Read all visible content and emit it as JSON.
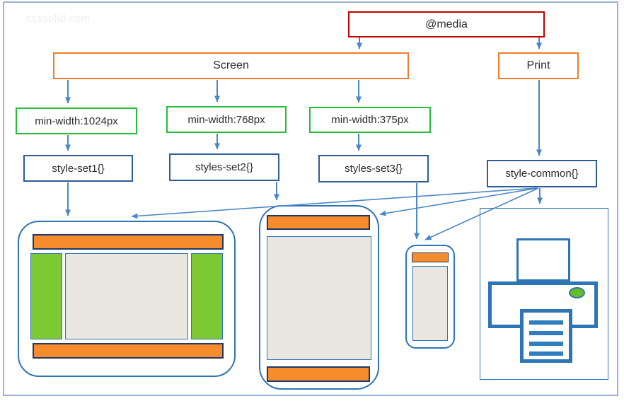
{
  "watermark": "csssolid.com",
  "nodes": {
    "media": {
      "label": "@media"
    },
    "screen": {
      "label": "Screen"
    },
    "print": {
      "label": "Print"
    },
    "mw1024": {
      "label": "min-width:1024px"
    },
    "mw768": {
      "label": "min-width:768px"
    },
    "mw375": {
      "label": "min-width:375px"
    },
    "set1": {
      "label": "style-set1{}"
    },
    "set2": {
      "label": "styles-set2{}"
    },
    "set3": {
      "label": "styles-set3{}"
    },
    "common": {
      "label": "style-common{}"
    }
  },
  "devices": [
    {
      "name": "desktop-layout-mockup"
    },
    {
      "name": "tablet-layout-mockup"
    },
    {
      "name": "phone-layout-mockup"
    },
    {
      "name": "printer-illustration"
    }
  ],
  "edges": [
    {
      "from": "media",
      "to": "screen"
    },
    {
      "from": "media",
      "to": "print"
    },
    {
      "from": "screen",
      "to": "mw1024"
    },
    {
      "from": "screen",
      "to": "mw768"
    },
    {
      "from": "screen",
      "to": "mw375"
    },
    {
      "from": "mw1024",
      "to": "set1"
    },
    {
      "from": "mw768",
      "to": "set2"
    },
    {
      "from": "mw375",
      "to": "set3"
    },
    {
      "from": "print",
      "to": "common"
    },
    {
      "from": "set1",
      "to": "desktop-layout-mockup"
    },
    {
      "from": "set2",
      "to": "tablet-layout-mockup"
    },
    {
      "from": "set3",
      "to": "phone-layout-mockup"
    },
    {
      "from": "common",
      "to": "printer-illustration"
    },
    {
      "from": "common",
      "to": "desktop-layout-mockup"
    },
    {
      "from": "common",
      "to": "tablet-layout-mockup"
    },
    {
      "from": "common",
      "to": "phone-layout-mockup"
    }
  ],
  "colors": {
    "media_border": "#c00000",
    "media_type_border": "#ed7d31",
    "condition_border": "#26bd3a",
    "style_box_border": "#2e5c94",
    "arrow": "#4a86c8",
    "device_outline": "#2e75b6",
    "bar_orange_fill": "#f68c2c",
    "bar_navy_border": "#1f3864",
    "sidebar_green": "#7dc932",
    "content_beige": "#e9e7e0",
    "printer_blue": "#2e75b6",
    "led_green": "#67bd27",
    "frame_border": "#9ab1d3"
  }
}
